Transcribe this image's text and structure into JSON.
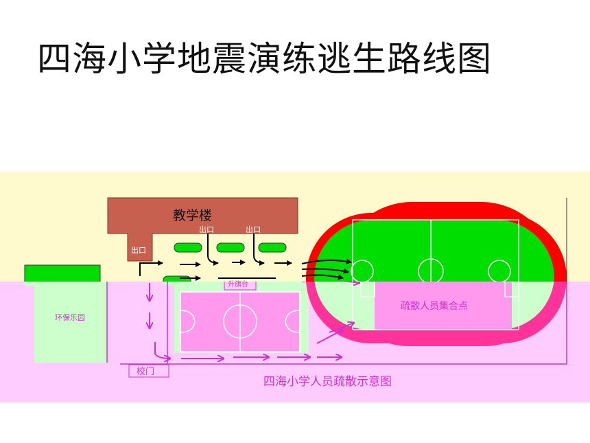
{
  "title": "四海小学地震演练逃生路线图",
  "map": {
    "building_label": "教学楼",
    "exit_labels": [
      "出口",
      "出口",
      "出口"
    ],
    "garden_label": "环保乐园",
    "flag_stage_label": "升旗台",
    "assembly_label": "疏散人员集合点",
    "gate_label": "校门",
    "caption": "四海小学人员疏散示意图",
    "colors": {
      "top_band": "#fffacd",
      "bottom_band": "#ffccff",
      "building": "#c8604f",
      "field_green": "#00dd00",
      "track_red": "#ff0000",
      "track_pink": "#ff3399",
      "court": "#ff99ee",
      "route_arrow": "#cc33cc",
      "path_arrow": "#000000"
    }
  }
}
